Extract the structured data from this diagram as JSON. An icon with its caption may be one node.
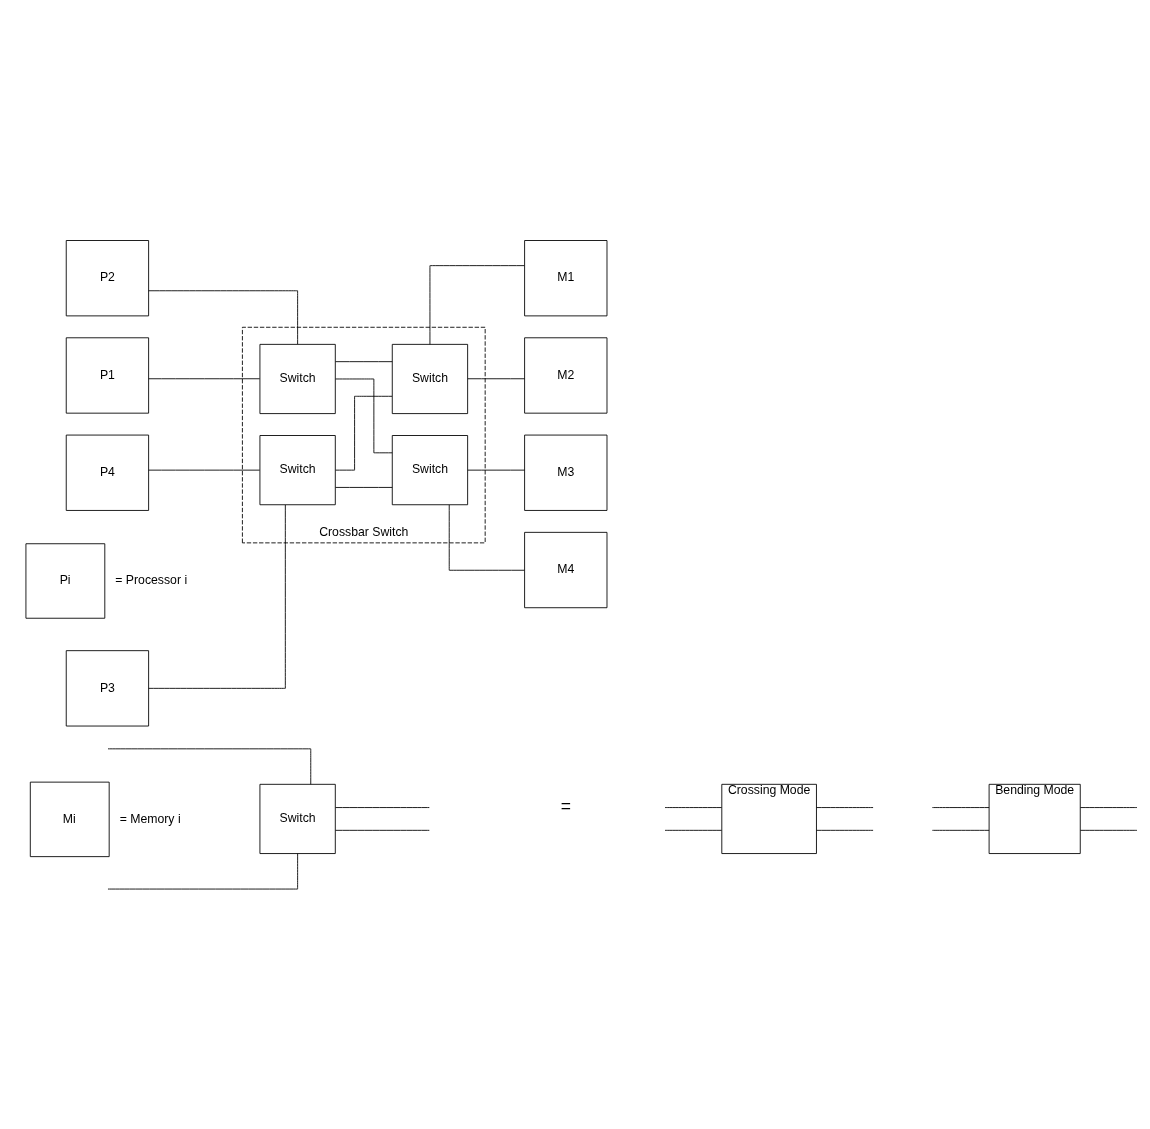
{
  "diagram": {
    "nodes": [
      {
        "text": [
          "P1"
        ]
      },
      {
        "text": [
          "P2"
        ]
      },
      {
        "text": [
          "P3"
        ]
      },
      {
        "text": [
          "P4"
        ]
      },
      {
        "text": [
          "Crossbar Switch"
        ]
      },
      {
        "text": [
          "Switch"
        ],
        "in": 4
      },
      {
        "text": [
          "Switch"
        ],
        "in": 4
      },
      {
        "text": [
          "Switch"
        ],
        "in": 4
      },
      {
        "text": [
          "Switch"
        ],
        "in": 4
      },
      {
        "text": [
          "M1"
        ]
      },
      {
        "text": [
          "M2"
        ]
      },
      {
        "text": [
          "M3"
        ]
      },
      {
        "text": [
          "M4"
        ]
      },
      {
        "text": [
          "Pi"
        ],
        "beside": [
          "= Processor i"
        ]
      },
      {
        "text": [
          "Mi"
        ],
        "beside": [
          "= Memory i"
        ]
      },
      {
        "text": [
          "Switch"
        ]
      },
      {
        "text": [
          "Crossing Mode"
        ]
      },
      {
        "text": [
          "Bending Mode"
        ]
      }
    ],
    "edges": [
      {
        "from": 0,
        "to": 5,
        "arrow": "none"
      },
      {
        "from": 1,
        "to": 5,
        "arrow": "none"
      },
      {
        "from": 2,
        "to": 7,
        "arrow": "none"
      },
      {
        "from": 3,
        "to": 7,
        "arrow": "none"
      },
      {
        "from": 5,
        "to": 6,
        "arrow": "none"
      },
      {
        "from": 5,
        "to": 8,
        "arrow": "none"
      },
      {
        "from": 7,
        "to": 6,
        "arrow": "none"
      },
      {
        "from": 7,
        "to": 8,
        "arrow": "none"
      },
      {
        "from": 6,
        "to": 9,
        "arrow": "none"
      },
      {
        "from": 6,
        "to": 10,
        "arrow": "none"
      },
      {
        "from": 8,
        "to": 11,
        "arrow": "none"
      },
      {
        "from": 8,
        "to": 12,
        "arrow": "none"
      },
      {
        "from": null,
        "to": 15,
        "arrow": "none"
      },
      {
        "from": null,
        "to": 15,
        "arrow": "none"
      },
      {
        "from": 15,
        "to": null,
        "arrow": "none"
      },
      {
        "from": 15,
        "to": null,
        "arrow": "none"
      },
      {
        "from": null,
        "to": 16,
        "arrow": "none"
      },
      {
        "from": null,
        "to": 16,
        "arrow": "none"
      },
      {
        "from": 16,
        "to": null,
        "arrow": "none"
      },
      {
        "from": 16,
        "to": null,
        "arrow": "none"
      },
      {
        "from": null,
        "to": 17,
        "arrow": "none"
      },
      {
        "from": null,
        "to": 17,
        "arrow": "none"
      },
      {
        "from": 17,
        "to": null,
        "arrow": "none"
      },
      {
        "from": 17,
        "to": null,
        "arrow": "none"
      }
    ],
    "labels": [
      "="
    ]
  }
}
